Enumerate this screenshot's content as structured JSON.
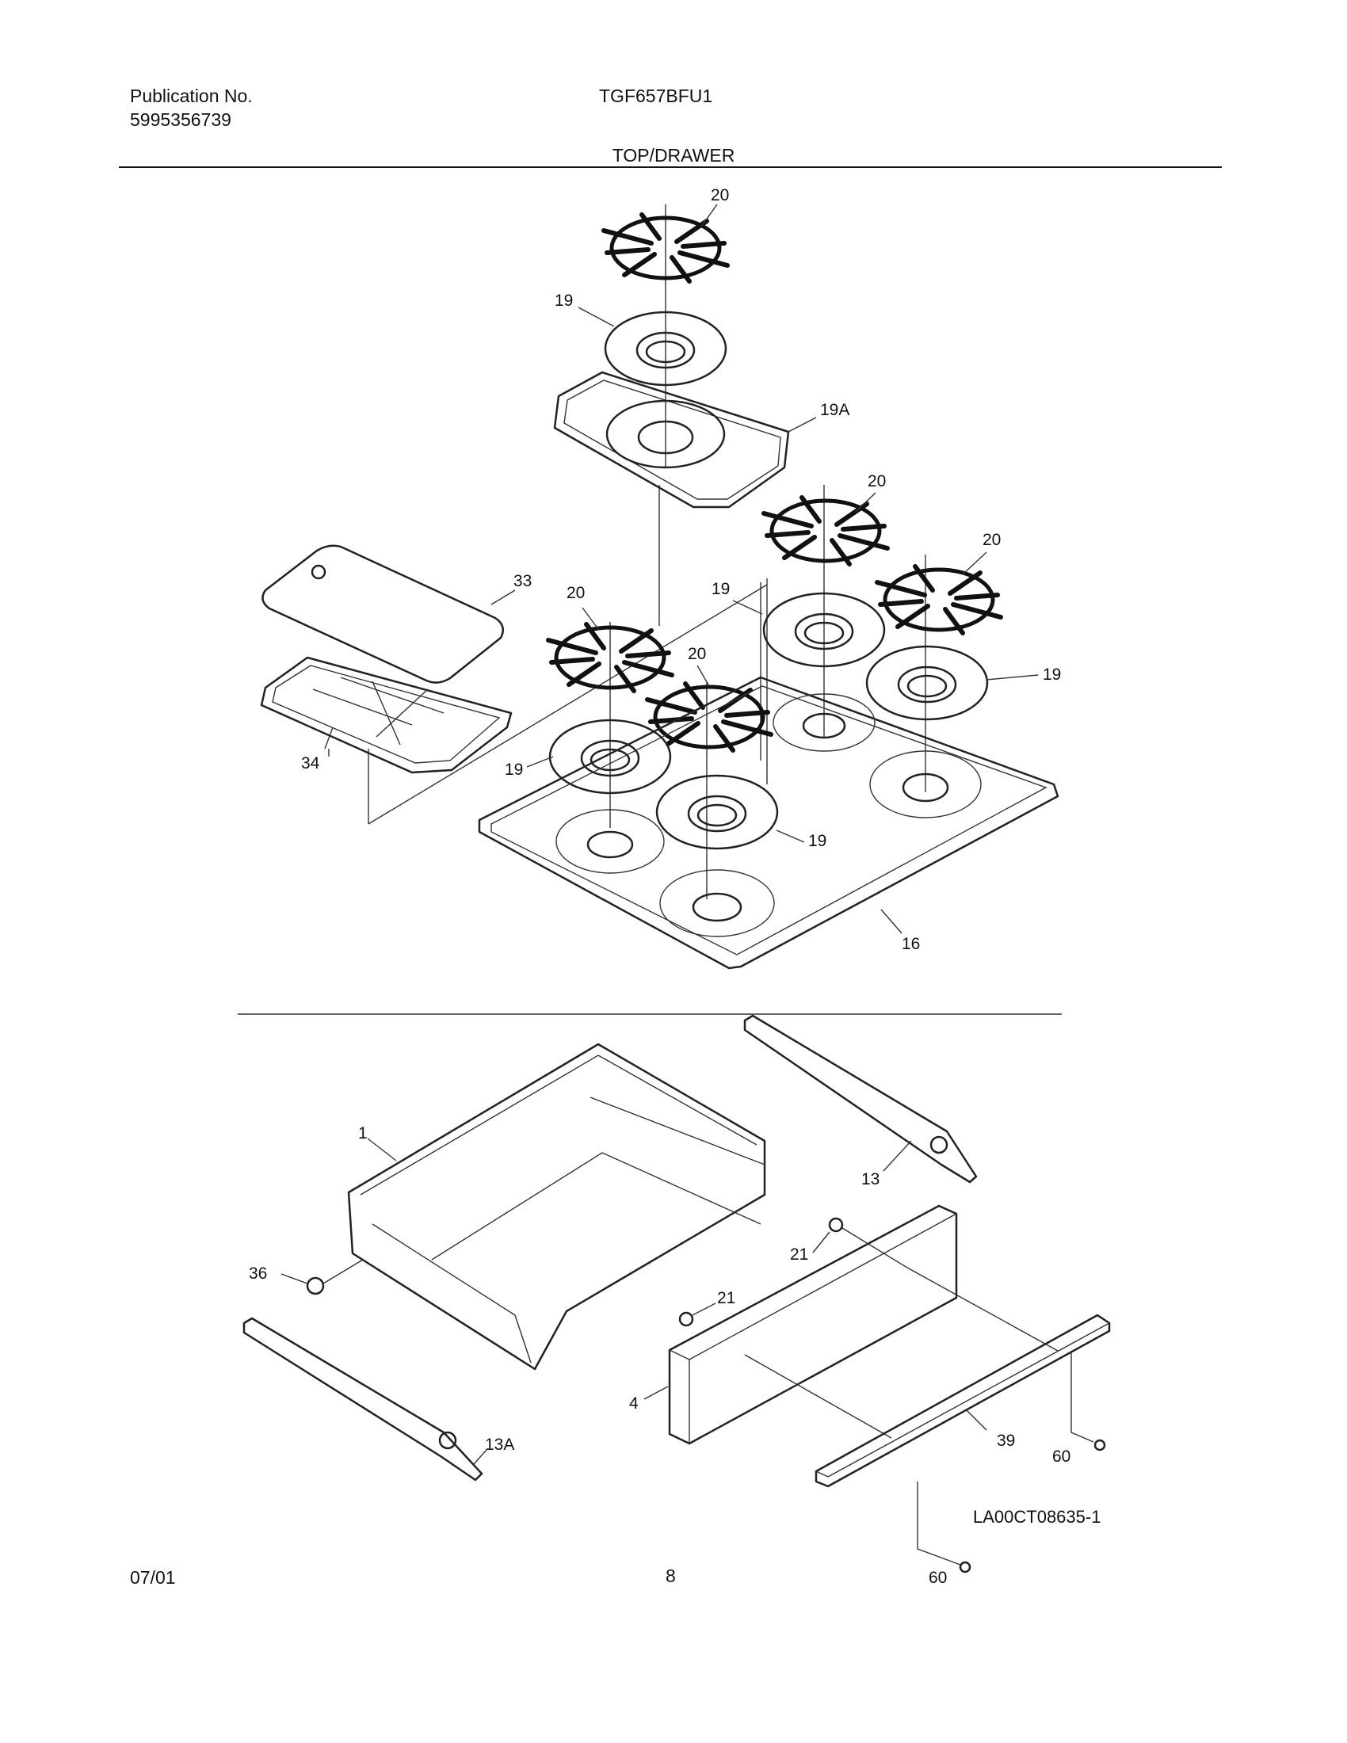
{
  "header": {
    "publication_label": "Publication No.",
    "publication_number": "5995356739",
    "model": "TGF657BFU1",
    "section_title": "TOP/DRAWER"
  },
  "callouts": {
    "grate_top": "20",
    "cap_top": "19",
    "pan_19a": "19A",
    "grate_rb": "20",
    "grate_rf": "20",
    "griddle_cover": "33",
    "grate_lb": "20",
    "cap_rb": "19",
    "grate_center": "20",
    "cap_rf": "19",
    "broiler_pan": "34",
    "cap_lf": "19",
    "cap_center": "19",
    "cooktop": "16",
    "slide_right": "13",
    "drawer_body": "1",
    "bumper": "36",
    "grommet_upper": "21",
    "grommet_lower": "21",
    "drawer_front": "4",
    "slide_left": "13A",
    "trim": "39",
    "screw_right": "60",
    "screw_bottom": "60"
  },
  "footer": {
    "drawing_id": "LA00CT08635-1",
    "date": "07/01",
    "page_number": "8"
  }
}
